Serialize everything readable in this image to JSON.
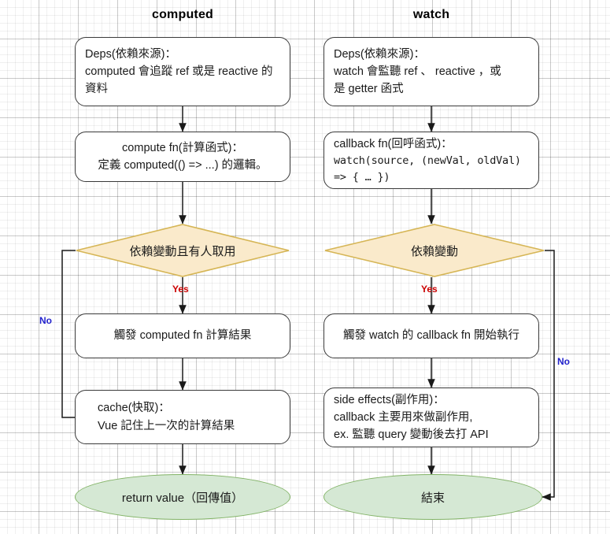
{
  "diagram": {
    "type": "flowchart",
    "title_left": "computed",
    "title_right": "watch",
    "colors": {
      "decision_fill": "#faeacb",
      "decision_stroke": "#d6b656",
      "terminal_fill": "#d5e8d4",
      "terminal_stroke": "#82b366",
      "process_stroke": "#3a3a3a",
      "yes_label": "#cc0000",
      "no_label": "#2222cc",
      "background": "#ffffff"
    }
  },
  "columns": {
    "left": {
      "title": "computed",
      "nodes": {
        "deps": {
          "line1": "Deps(依賴來源)：",
          "line2": "computed 會追蹤 ref 或是 reactive 的",
          "line3": "資料"
        },
        "compute_fn": {
          "line1": "compute fn(計算函式)：",
          "line2": "定義 computed(() => ...) 的邏輯。"
        },
        "decision": {
          "label": "依賴變動且有人取用"
        },
        "trigger": {
          "label": "觸發 computed fn 計算結果"
        },
        "cache": {
          "line1": "cache(快取)：",
          "line2": "Vue 記住上一次的計算結果"
        },
        "terminal": {
          "label": "return value（回傳值）"
        }
      },
      "edge_labels": {
        "yes": "Yes",
        "no": "No"
      }
    },
    "right": {
      "title": "watch",
      "nodes": {
        "deps": {
          "line1": "Deps(依賴來源)：",
          "line2": "watch 會監聽 ref 、 reactive ，或",
          "line3": "是 getter 函式"
        },
        "callback_fn": {
          "line1": "callback fn(回呼函式)：",
          "line2": "watch(source, (newVal, oldVal)",
          "line3": "=> { … })"
        },
        "decision": {
          "label": "依賴變動"
        },
        "trigger": {
          "label": "觸發 watch 的 callback fn 開始執行"
        },
        "side_effects": {
          "line1": "side effects(副作用)：",
          "line2": "callback 主要用來做副作用,",
          "line3": "ex. 監聽 query 變動後去打 API"
        },
        "terminal": {
          "label": "結束"
        }
      },
      "edge_labels": {
        "yes": "Yes",
        "no": "No"
      }
    }
  }
}
